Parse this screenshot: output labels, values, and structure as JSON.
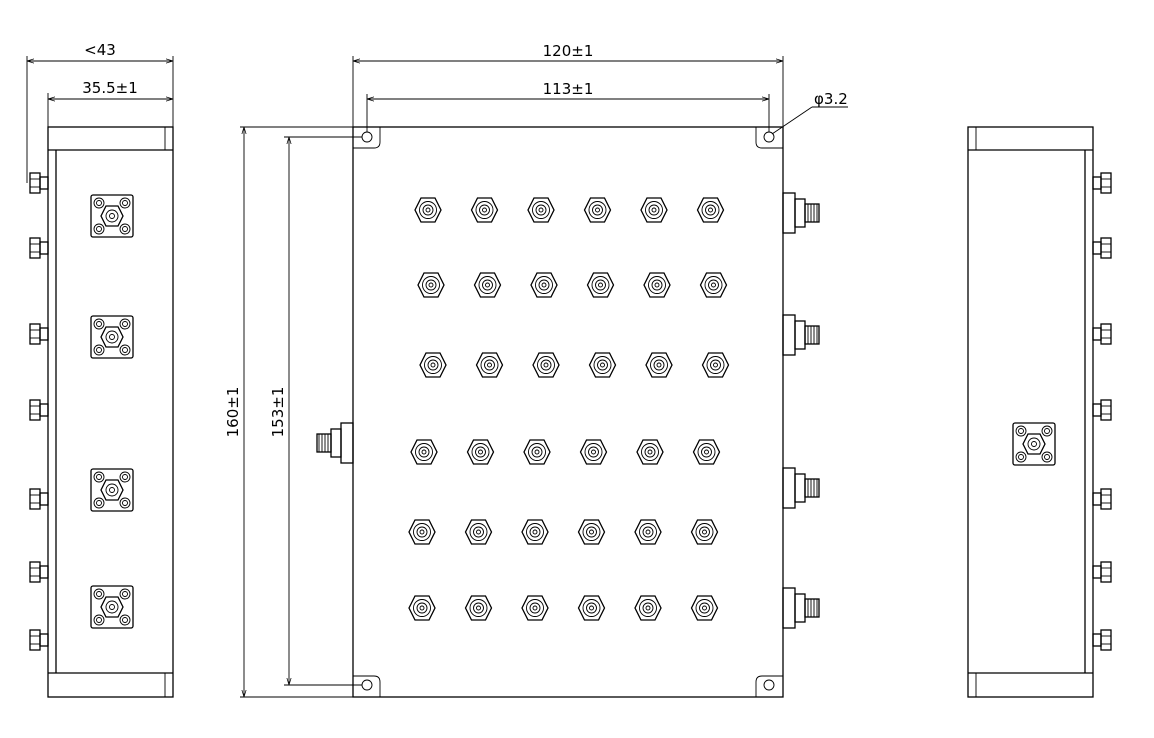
{
  "drawing": {
    "side_view_left": {
      "dim_overall": "<43",
      "dim_body": "35.5±1"
    },
    "front_view": {
      "dim_width_overall": "120±1",
      "dim_hole_spacing_x": "113±1",
      "dim_hole_diameter": "φ3.2",
      "dim_height_overall": "160±1",
      "dim_hole_spacing_y": "153±1",
      "tuning_screw_grid": {
        "rows": 6,
        "columns": 6
      }
    },
    "side_view_right": {}
  }
}
